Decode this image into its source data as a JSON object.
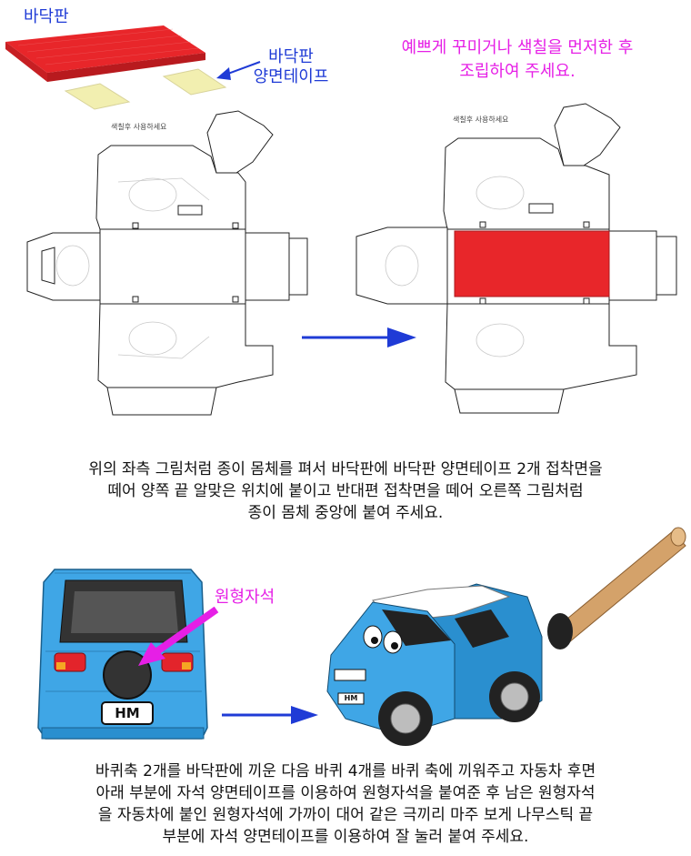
{
  "labels": {
    "baseboard": "바닥판",
    "baseboard_tape_line1": "바닥판",
    "baseboard_tape_line2": "양면테이프",
    "paint_note_line1": "예쁘게 꾸미거나 색칠을 먼저한 후",
    "paint_note_line2": "조립하여 주세요.",
    "small_note": "색칠후 사용하세요",
    "magnet": "원형자석",
    "plate": "HM",
    "plate_small": "HM"
  },
  "instructions": {
    "step1": [
      "위의 좌측 그림처럼 종이 몸체를 펴서 바닥판에 바닥판 양면테이프 2개 접착면을",
      "떼어 양쪽 끝 알맞은 위치에 붙이고 반대편 접착면을 떼어 오른쪽 그림처럼",
      "종이 몸체 중앙에 붙여 주세요."
    ],
    "step2": [
      "바퀴축 2개를 바닥판에 끼운 다음 바퀴 4개를 바퀴 축에 끼워주고 자동차 후면",
      "아래 부분에 자석 양면테이프를 이용하여 원형자석을 붙여준 후 남은 원형자석",
      "을 자동차에 붙인 원형자석에 가까이 대어 같은 극끼리 마주 보게 나무스틱 끝",
      "부분에 자석 양면테이프를 이용하여 잘 눌러 붙여 주세요."
    ]
  },
  "colors": {
    "label_blue": "#1f3bd6",
    "label_magenta": "#e61fe6",
    "board_red": "#e8262a",
    "tape_yellow": "#f2efb0",
    "car_blue": "#3fa6e6",
    "arrow_blue": "#1f3bd6"
  }
}
